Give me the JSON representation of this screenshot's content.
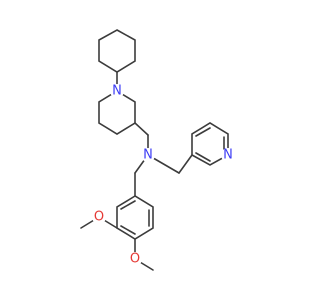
{
  "molecule": {
    "bond_color": "#3c3c3c",
    "atoms": [
      {
        "id": "n_piperidine",
        "symbol": "N",
        "color": "#3d3df5"
      },
      {
        "id": "n_amine",
        "symbol": "N",
        "color": "#3d3df5"
      },
      {
        "id": "n_pyridine",
        "symbol": "N",
        "color": "#3d3df5"
      },
      {
        "id": "o_methoxy_1",
        "symbol": "O",
        "color": "#e53935"
      },
      {
        "id": "o_methoxy_2",
        "symbol": "O",
        "color": "#e53935"
      }
    ]
  }
}
